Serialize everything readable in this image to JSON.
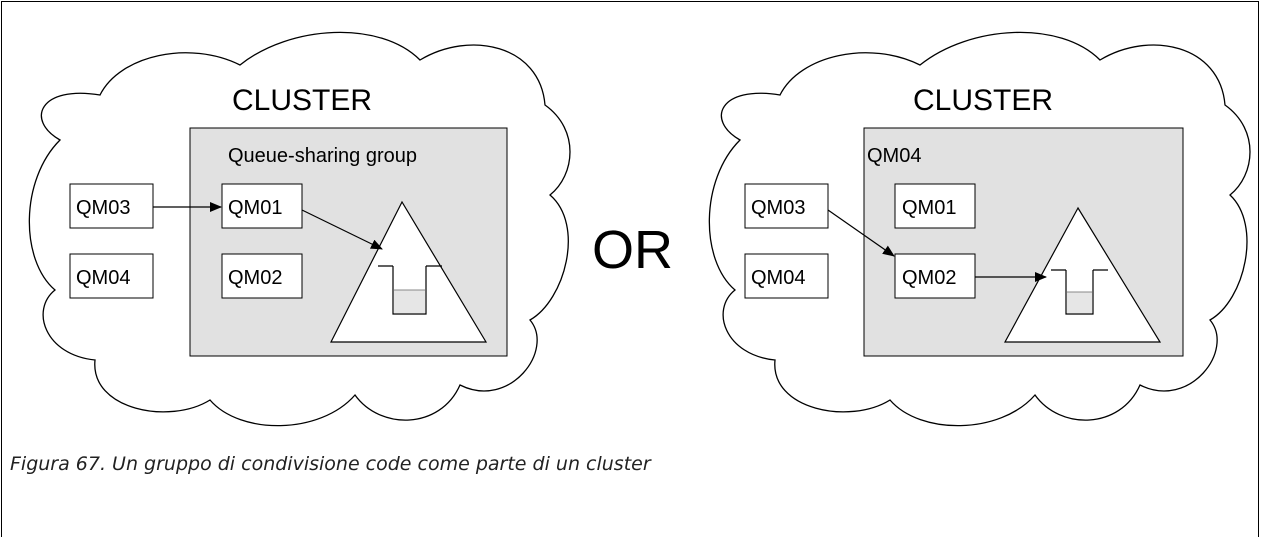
{
  "left_panel": {
    "cluster_title": "CLUSTER",
    "group_title": "Queue-sharing group",
    "qm_outside_top": "QM03",
    "qm_outside_bottom": "QM04",
    "qm_inside_top": "QM01",
    "qm_inside_bottom": "QM02"
  },
  "separator": "OR",
  "right_panel": {
    "cluster_title": "CLUSTER",
    "group_title": "QM04",
    "qm_outside_top": "QM03",
    "qm_outside_bottom": "QM04",
    "qm_inside_top": "QM01",
    "qm_inside_bottom": "QM02"
  },
  "caption": "Figura 67. Un gruppo di condivisione code come parte di un cluster",
  "colors": {
    "group_fill": "#e1e1e1",
    "line": "#000000",
    "background": "#ffffff"
  }
}
